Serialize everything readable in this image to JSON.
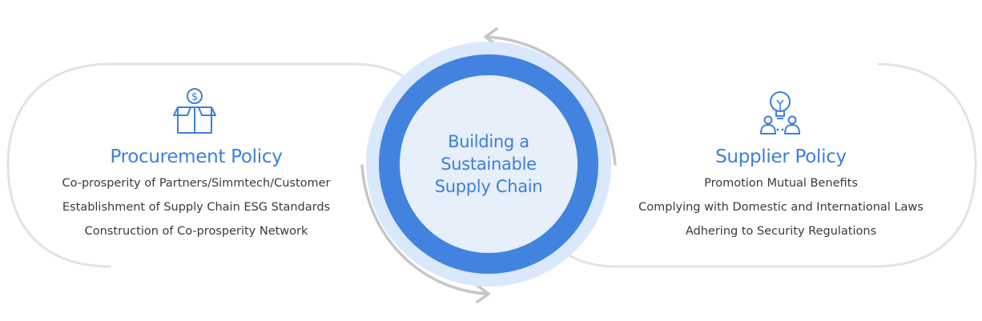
{
  "left_panel": {
    "icon": "box-dollar-icon",
    "title": "Procurement Policy",
    "items": [
      "Co-prosperity of Partners/Simmtech/Customer",
      "Establishment of Supply Chain ESG Standards",
      "Construction of Co-prosperity Network"
    ]
  },
  "center": {
    "lines": [
      "Building a",
      "Sustainable",
      "Supply Chain"
    ]
  },
  "right_panel": {
    "icon": "lightbulb-people-icon",
    "title": "Supplier Policy",
    "items": [
      "Promotion Mutual Benefits",
      "Complying with Domestic and International Laws",
      "Adhering to Security Regulations"
    ]
  },
  "colors": {
    "accent": "#3d7fd8",
    "ring": "#4283e0",
    "halo": "#d9e8fb",
    "inner": "#e6effa",
    "outline": "#e2e2e2",
    "arrow": "#c4c4c4"
  }
}
